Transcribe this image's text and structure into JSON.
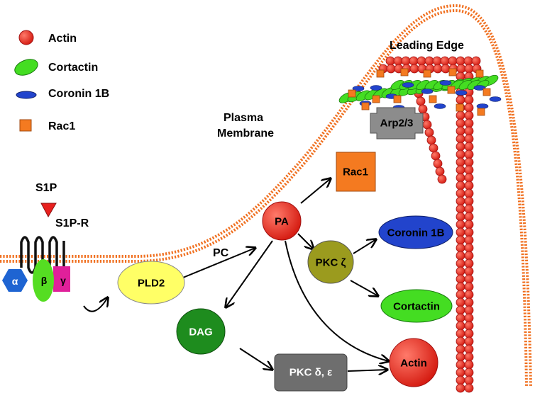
{
  "legend": {
    "actin": "Actin",
    "cortactin": "Cortactin",
    "coronin": "Coronin 1B",
    "rac1": "Rac1"
  },
  "labels": {
    "leading_edge": "Leading Edge",
    "plasma_line1": "Plasma",
    "plasma_line2": "Membrane",
    "s1p": "S1P",
    "s1p_r": "S1P-R",
    "pc": "PC"
  },
  "subunits": {
    "alpha": "α",
    "beta": "β",
    "gamma": "γ"
  },
  "nodes": {
    "pld2": "PLD2",
    "pa": "PA",
    "rac1": "Rac1",
    "pkc_zeta": "PKC  ζ",
    "coronin": "Coronin 1B",
    "cortactin": "Cortactin",
    "dag": "DAG",
    "pkc_de": "PKC  δ, ε",
    "actin": "Actin",
    "arp": "Arp2/3"
  },
  "colors": {
    "membrane": "#F07020",
    "actin": "#E8201E",
    "cortactin": "#44DD22",
    "coronin": "#2244CC",
    "rac1": "#F47A20",
    "pld2": "#FFFF66",
    "pkc_zeta": "#9B9B1E",
    "dag": "#1E8C1E",
    "pkc_de": "#6E6E6E",
    "arp": "#8C8C8C",
    "alpha": "#1E64D2",
    "beta": "#55DD22",
    "gamma": "#E0209A",
    "s1p": "#E8201E"
  }
}
